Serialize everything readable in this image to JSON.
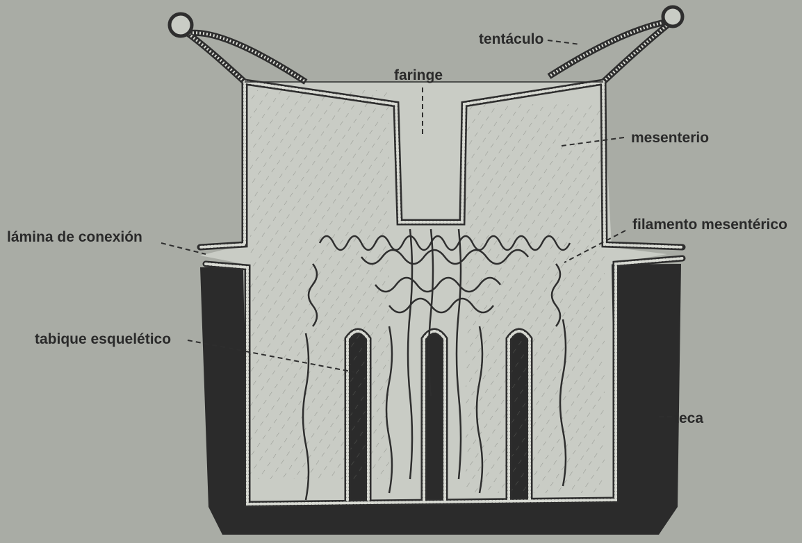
{
  "labels": {
    "tentaculo": "tentáculo",
    "faringe": "faringe",
    "mesenterio": "mesenterio",
    "filamento": "filamento mesentérico",
    "lamina": "lámina de conexión",
    "tabique": "tabique esquelético",
    "teca": "teca"
  },
  "colors": {
    "background": "#a9aca5",
    "ink": "#2a2a2a",
    "theca": "#2b2b2b",
    "tissue": "#c9ccc5"
  }
}
